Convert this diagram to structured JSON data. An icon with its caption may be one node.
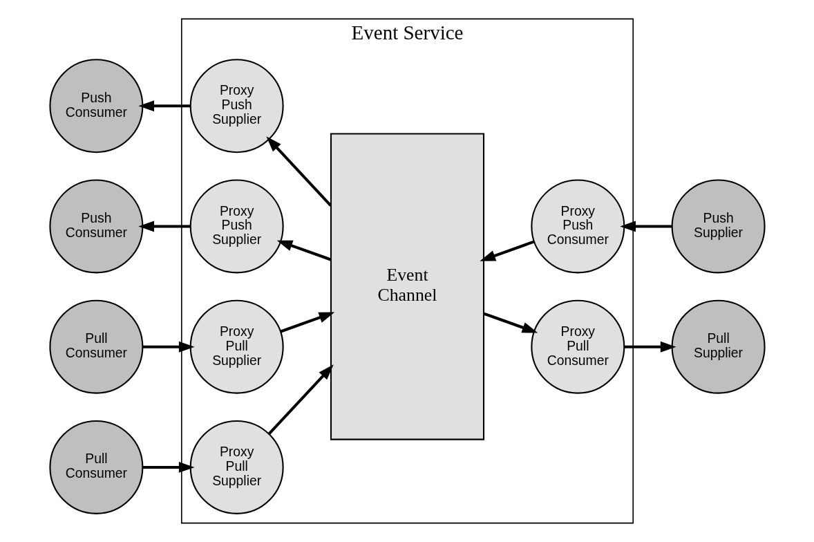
{
  "diagram": {
    "nodes": [
      {
        "text": [
          "Event Service"
        ]
      },
      {
        "text": [
          "Push Consumer"
        ]
      },
      {
        "text": [
          "Proxy Push Supplier"
        ],
        "in": 0
      },
      {
        "text": [
          "Push Consumer"
        ]
      },
      {
        "text": [
          "Proxy Push Supplier"
        ],
        "in": 0
      },
      {
        "text": [
          "Pull Consumer"
        ]
      },
      {
        "text": [
          "Proxy Pull Supplier"
        ],
        "in": 0
      },
      {
        "text": [
          "Pull Consumer"
        ]
      },
      {
        "text": [
          "Proxy Pull Supplier"
        ],
        "in": 0
      },
      {
        "text": [
          "Event Channel"
        ],
        "in": 0
      },
      {
        "text": [
          "Proxy Push Consumer"
        ],
        "in": 0
      },
      {
        "text": [
          "Push Supplier"
        ]
      },
      {
        "text": [
          "Proxy Pull Consumer"
        ],
        "in": 0
      },
      {
        "text": [
          "Pull Supplier"
        ]
      }
    ],
    "edges": [
      {
        "from": 2,
        "to": 1,
        "arrow": "to"
      },
      {
        "from": 9,
        "to": 2,
        "arrow": "to"
      },
      {
        "from": 4,
        "to": 3,
        "arrow": "to"
      },
      {
        "from": 9,
        "to": 4,
        "arrow": "to"
      },
      {
        "from": 5,
        "to": 6,
        "arrow": "to"
      },
      {
        "from": 6,
        "to": 9,
        "arrow": "to"
      },
      {
        "from": 7,
        "to": 8,
        "arrow": "to"
      },
      {
        "from": 8,
        "to": 9,
        "arrow": "to"
      },
      {
        "from": 11,
        "to": 10,
        "arrow": "to"
      },
      {
        "from": 10,
        "to": 9,
        "arrow": "to"
      },
      {
        "from": 9,
        "to": 12,
        "arrow": "to"
      },
      {
        "from": 12,
        "to": 13,
        "arrow": "to"
      }
    ]
  }
}
